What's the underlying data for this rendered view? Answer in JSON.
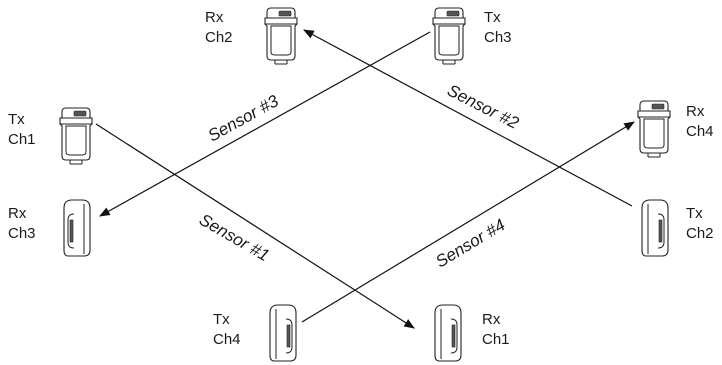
{
  "devices": [
    {
      "id": "rx-ch2",
      "role": "Rx",
      "channel": "Ch2",
      "style": "front"
    },
    {
      "id": "tx-ch3",
      "role": "Tx",
      "channel": "Ch3",
      "style": "front"
    },
    {
      "id": "tx-ch1",
      "role": "Tx",
      "channel": "Ch1",
      "style": "front"
    },
    {
      "id": "rx-ch4",
      "role": "Rx",
      "channel": "Ch4",
      "style": "front"
    },
    {
      "id": "rx-ch3",
      "role": "Rx",
      "channel": "Ch3",
      "style": "side"
    },
    {
      "id": "tx-ch2",
      "role": "Tx",
      "channel": "Ch2",
      "style": "side"
    },
    {
      "id": "tx-ch4",
      "role": "Tx",
      "channel": "Ch4",
      "style": "side"
    },
    {
      "id": "rx-ch1",
      "role": "Rx",
      "channel": "Ch1",
      "style": "side"
    }
  ],
  "beams": [
    {
      "label": "Sensor #1",
      "from": "tx-ch1",
      "to": "rx-ch1"
    },
    {
      "label": "Sensor #2",
      "from": "tx-ch2",
      "to": "rx-ch2"
    },
    {
      "label": "Sensor #3",
      "from": "tx-ch3",
      "to": "rx-ch3"
    },
    {
      "label": "Sensor #4",
      "from": "tx-ch4",
      "to": "rx-ch4"
    }
  ],
  "colors": {
    "ink": "#1a1a1a",
    "background": "#ffffff"
  }
}
